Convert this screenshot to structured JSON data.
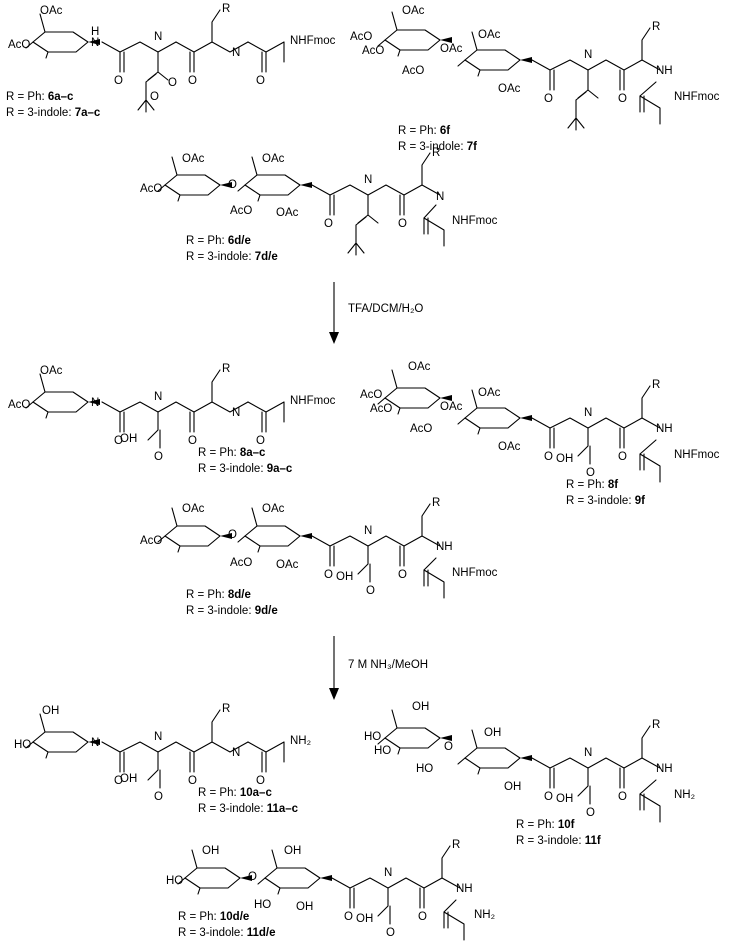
{
  "reagents": {
    "step1": "TFA/DCM/H₂O",
    "step2": "7 M NH₃/MeOH"
  },
  "atoms": {
    "oac": "OAc",
    "aco": "AcO",
    "oh": "OH",
    "ho": "HO",
    "o": "O",
    "n": "N",
    "nh": "NH",
    "h": "H",
    "r": "R",
    "nhfmoc": "NHFmoc",
    "nh2": "NH₂"
  },
  "labels": {
    "ph": "R = Ph: ",
    "indole": "R = 3-indole: ",
    "c6ac": "6a–c",
    "c7ac": "7a–c",
    "c6f": "6f",
    "c7f": "7f",
    "c6de": "6d/e",
    "c7de": "7d/e",
    "c8ac": "8a–c",
    "c9ac": "9a–c",
    "c8f": "8f",
    "c9f": "9f",
    "c8de": "8d/e",
    "c9de": "9d/e",
    "c10ac": "10a–c",
    "c11ac": "11a–c",
    "c10f": "10f",
    "c11f": "11f",
    "c10de": "10d/e",
    "c11de": "11d/e"
  }
}
